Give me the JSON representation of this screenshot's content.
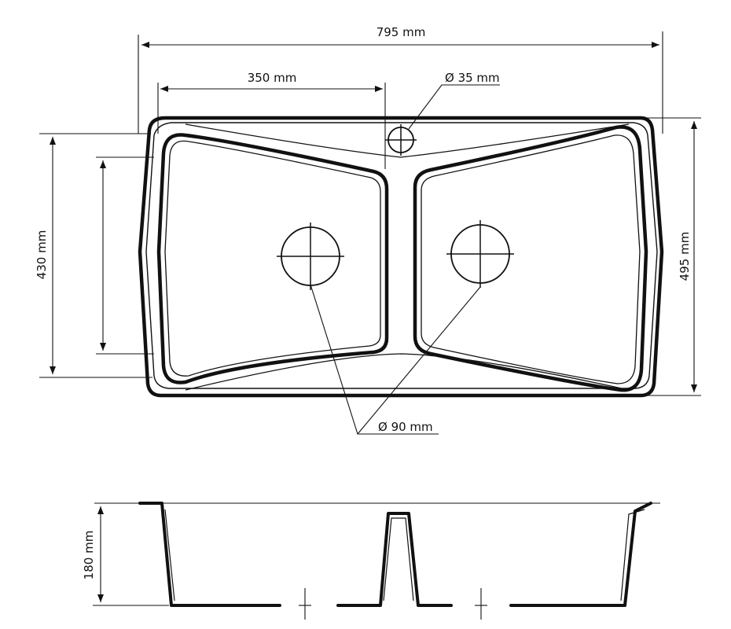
{
  "dimensions": {
    "overall_width": "795 mm",
    "bowl_width": "350 mm",
    "tap_hole": "Ø 35 mm",
    "overall_depth": "495 mm",
    "bowl_depth": "430 mm",
    "drain": "Ø 90 mm",
    "bowl_height": "180 mm"
  },
  "colors": {
    "line": "#111111",
    "background": "#ffffff"
  }
}
